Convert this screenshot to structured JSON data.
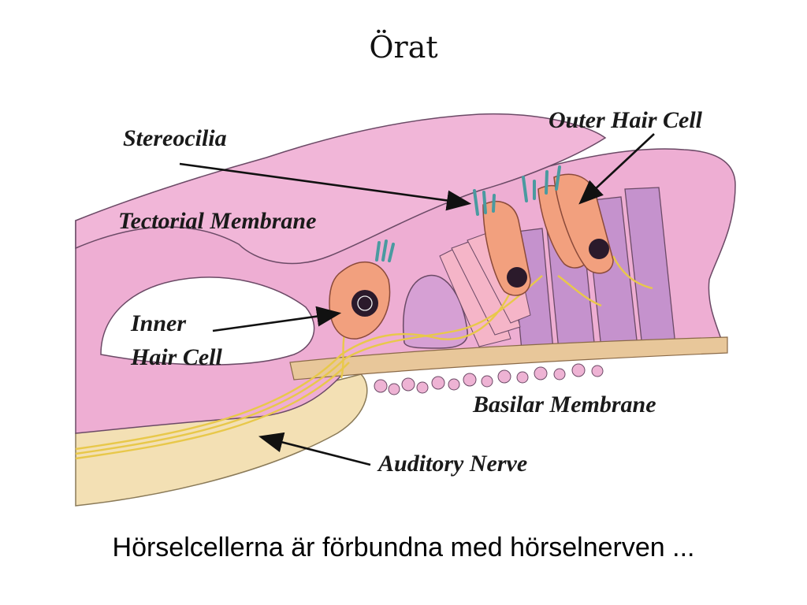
{
  "slide": {
    "title": "Örat",
    "caption": "Hörselcellerna är förbundna med hörselnerven ..."
  },
  "diagram": {
    "labels": {
      "stereocilia": "Stereocilia",
      "outer_hair_cell": "Outer Hair Cell",
      "tectorial_membrane": "Tectorial Membrane",
      "inner_hair_cell_line1": "Inner",
      "inner_hair_cell_line2": "Hair Cell",
      "basilar_membrane": "Basilar Membrane",
      "auditory_nerve": "Auditory Nerve"
    },
    "colors": {
      "tissue_pink": "#eeaed3",
      "tissue_outline": "#6b4a66",
      "hair_cell_orange": "#f2a07e",
      "pillar_purple": "#c592cd",
      "stereocilia_teal": "#4a9aa0",
      "nerve_yellow": "#f2dc7a",
      "bone_cream": "#f3e0b4",
      "basilar_tan": "#e8c79a"
    }
  }
}
